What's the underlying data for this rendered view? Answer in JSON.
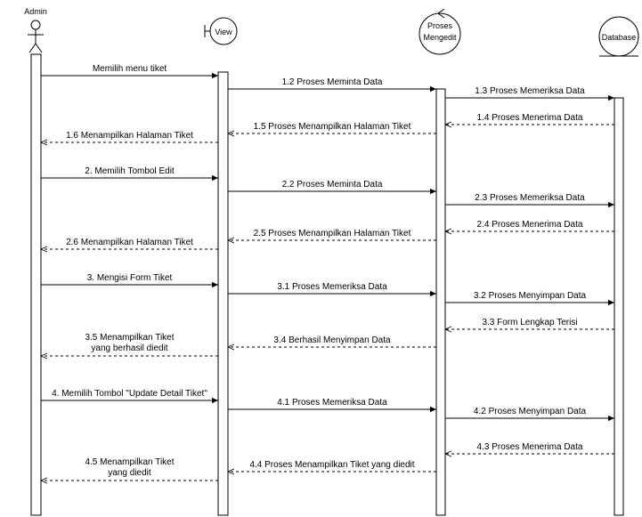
{
  "participants": {
    "admin": "Admin",
    "view": "View",
    "proses_line1": "Proses",
    "proses_line2": "Mengedit",
    "database": "Database"
  },
  "messages": [
    {
      "id": "m-menu",
      "from": "admin",
      "to": "view",
      "label": "Memilih menu tiket",
      "kind": "call"
    },
    {
      "id": "m-1-2",
      "from": "view",
      "to": "proses",
      "label": "1.2 Proses Meminta Data",
      "kind": "call"
    },
    {
      "id": "m-1-3",
      "from": "proses",
      "to": "db",
      "label": "1.3 Proses Memeriksa Data",
      "kind": "call"
    },
    {
      "id": "m-1-4",
      "from": "db",
      "to": "proses",
      "label": "1.4 Proses Menerima Data",
      "kind": "return"
    },
    {
      "id": "m-1-5",
      "from": "proses",
      "to": "view",
      "label": "1.5 Proses Menampilkan Halaman Tiket",
      "kind": "return"
    },
    {
      "id": "m-1-6",
      "from": "view",
      "to": "admin",
      "label": "1.6 Menampilkan Halaman Tiket",
      "kind": "return"
    },
    {
      "id": "m-2",
      "from": "admin",
      "to": "view",
      "label": "2. Memilih Tombol Edit",
      "kind": "call"
    },
    {
      "id": "m-2-2",
      "from": "view",
      "to": "proses",
      "label": "2.2 Proses Meminta Data",
      "kind": "call"
    },
    {
      "id": "m-2-3",
      "from": "proses",
      "to": "db",
      "label": "2.3 Proses Memeriksa Data",
      "kind": "call"
    },
    {
      "id": "m-2-4",
      "from": "db",
      "to": "proses",
      "label": "2.4 Proses Menerima Data",
      "kind": "return"
    },
    {
      "id": "m-2-5",
      "from": "proses",
      "to": "view",
      "label": "2.5 Proses Menampilkan Halaman Tiket",
      "kind": "return"
    },
    {
      "id": "m-2-6",
      "from": "view",
      "to": "admin",
      "label": "2.6 Menampilkan Halaman Tiket",
      "kind": "return"
    },
    {
      "id": "m-3",
      "from": "admin",
      "to": "view",
      "label": "3. Mengisi Form Tiket",
      "kind": "call"
    },
    {
      "id": "m-3-1",
      "from": "view",
      "to": "proses",
      "label": "3.1 Proses Memeriksa Data",
      "kind": "call"
    },
    {
      "id": "m-3-2",
      "from": "proses",
      "to": "db",
      "label": "3.2 Proses Menyimpan Data",
      "kind": "call"
    },
    {
      "id": "m-3-3",
      "from": "db",
      "to": "proses",
      "label": "3.3 Form  Lengkap Terisi",
      "kind": "return"
    },
    {
      "id": "m-3-4",
      "from": "proses",
      "to": "view",
      "label": "3.4 Berhasil Menyimpan Data",
      "kind": "return"
    },
    {
      "id": "m-3-5",
      "from": "view",
      "to": "admin",
      "label": "3.5 Menampilkan Tiket",
      "label2": "yang berhasil diedit",
      "kind": "return"
    },
    {
      "id": "m-4",
      "from": "admin",
      "to": "view",
      "label": "4. Memilih Tombol \"Update Detail Tiket\"",
      "kind": "call"
    },
    {
      "id": "m-4-1",
      "from": "view",
      "to": "proses",
      "label": "4.1 Proses Memeriksa Data",
      "kind": "call"
    },
    {
      "id": "m-4-2",
      "from": "proses",
      "to": "db",
      "label": "4.2 Proses Menyimpan Data",
      "kind": "call"
    },
    {
      "id": "m-4-3",
      "from": "db",
      "to": "proses",
      "label": "4.3 Proses Menerima Data",
      "kind": "return"
    },
    {
      "id": "m-4-4",
      "from": "proses",
      "to": "view",
      "label": "4.4 Proses Menampilkan Tiket yang diedit",
      "kind": "return"
    },
    {
      "id": "m-4-5",
      "from": "view",
      "to": "admin",
      "label": "4.5 Menampilkan  Tiket",
      "label2": "yang diedit",
      "kind": "return"
    }
  ]
}
